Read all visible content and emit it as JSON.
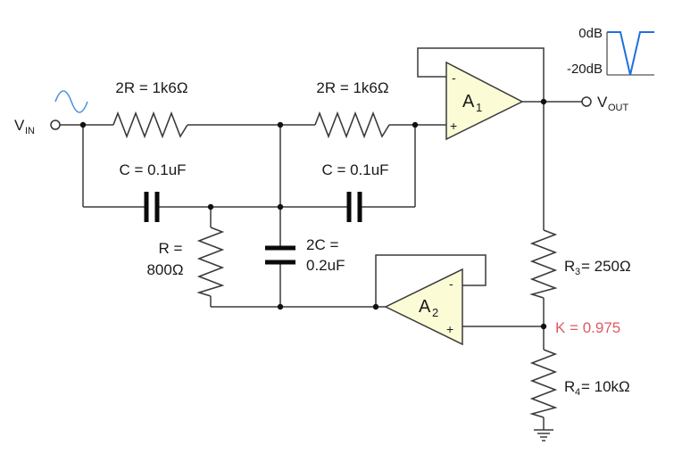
{
  "input": {
    "label": "V",
    "sub": "IN"
  },
  "output": {
    "label": "V",
    "sub": "OUT"
  },
  "resistors": {
    "r_left": "2R = 1k6Ω",
    "r_right": "2R = 1k6Ω",
    "r_shunt_1": "R =",
    "r_shunt_2": "800Ω",
    "r3_main": "R",
    "r3_sub": "3",
    "r3_value": " = 250Ω",
    "r4_main": "R",
    "r4_sub": "4",
    "r4_value": " = 10kΩ"
  },
  "capacitors": {
    "c_left": "C = 0.1uF",
    "c_right": "C = 0.1uF",
    "c_shunt_1": "2C =",
    "c_shunt_2": "0.2uF"
  },
  "amplifiers": {
    "a1_main": "A",
    "a1_sub": "1",
    "a2_main": "A",
    "a2_sub": "2",
    "minus": "-",
    "plus": "+"
  },
  "k_label": "K = 0.975",
  "response": {
    "top": "0dB",
    "bottom": "-20dB"
  },
  "colors": {
    "k_label": "#e05a63",
    "response_curve": "#1f6fe0",
    "input_wave": "#4a8fe0",
    "amp_fill": "#fbfbd6"
  }
}
